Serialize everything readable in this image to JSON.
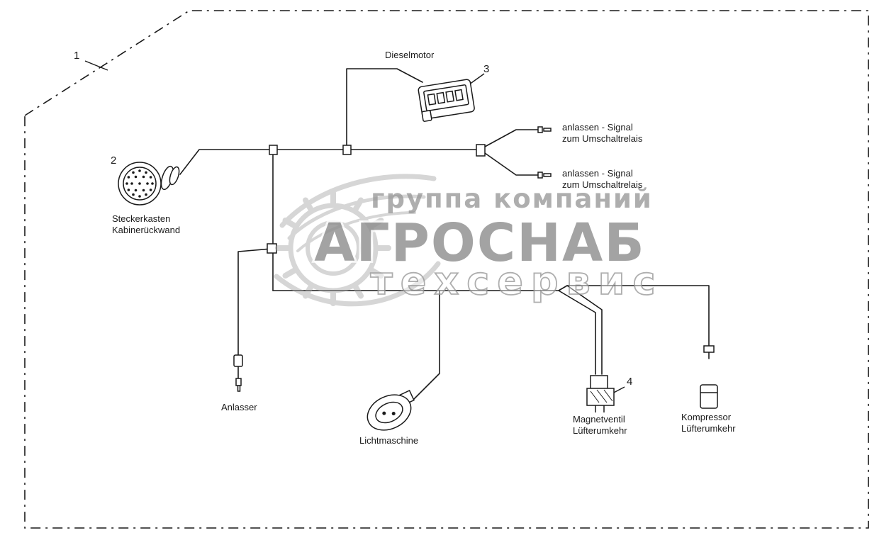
{
  "page": {
    "background": "#ffffff",
    "line_color": "#1a1a1a"
  },
  "diagram": {
    "callouts": {
      "n1": "1",
      "n2": "2",
      "n3": "3",
      "n4": "4"
    },
    "labels": {
      "dieselmotor": "Dieselmotor",
      "signal_top": "anlassen - Signal\nzum Umschaltrelais",
      "signal_bottom": "anlassen - Signal\nzum Umschaltrelais",
      "steckerkasten": "Steckerkasten\nKabinerückwand",
      "anlasser": "Anlasser",
      "lichtmaschine": "Lichtmaschine",
      "magnetventil": "Magnetventil\nLüfterumkehr",
      "kompressor": "Kompressor\nLüfterumkehr"
    }
  },
  "watermark": {
    "line1": "группа компаний",
    "line2": "АГРОСНАБ",
    "line3": "техсервис",
    "color": "#9a9a9a"
  }
}
